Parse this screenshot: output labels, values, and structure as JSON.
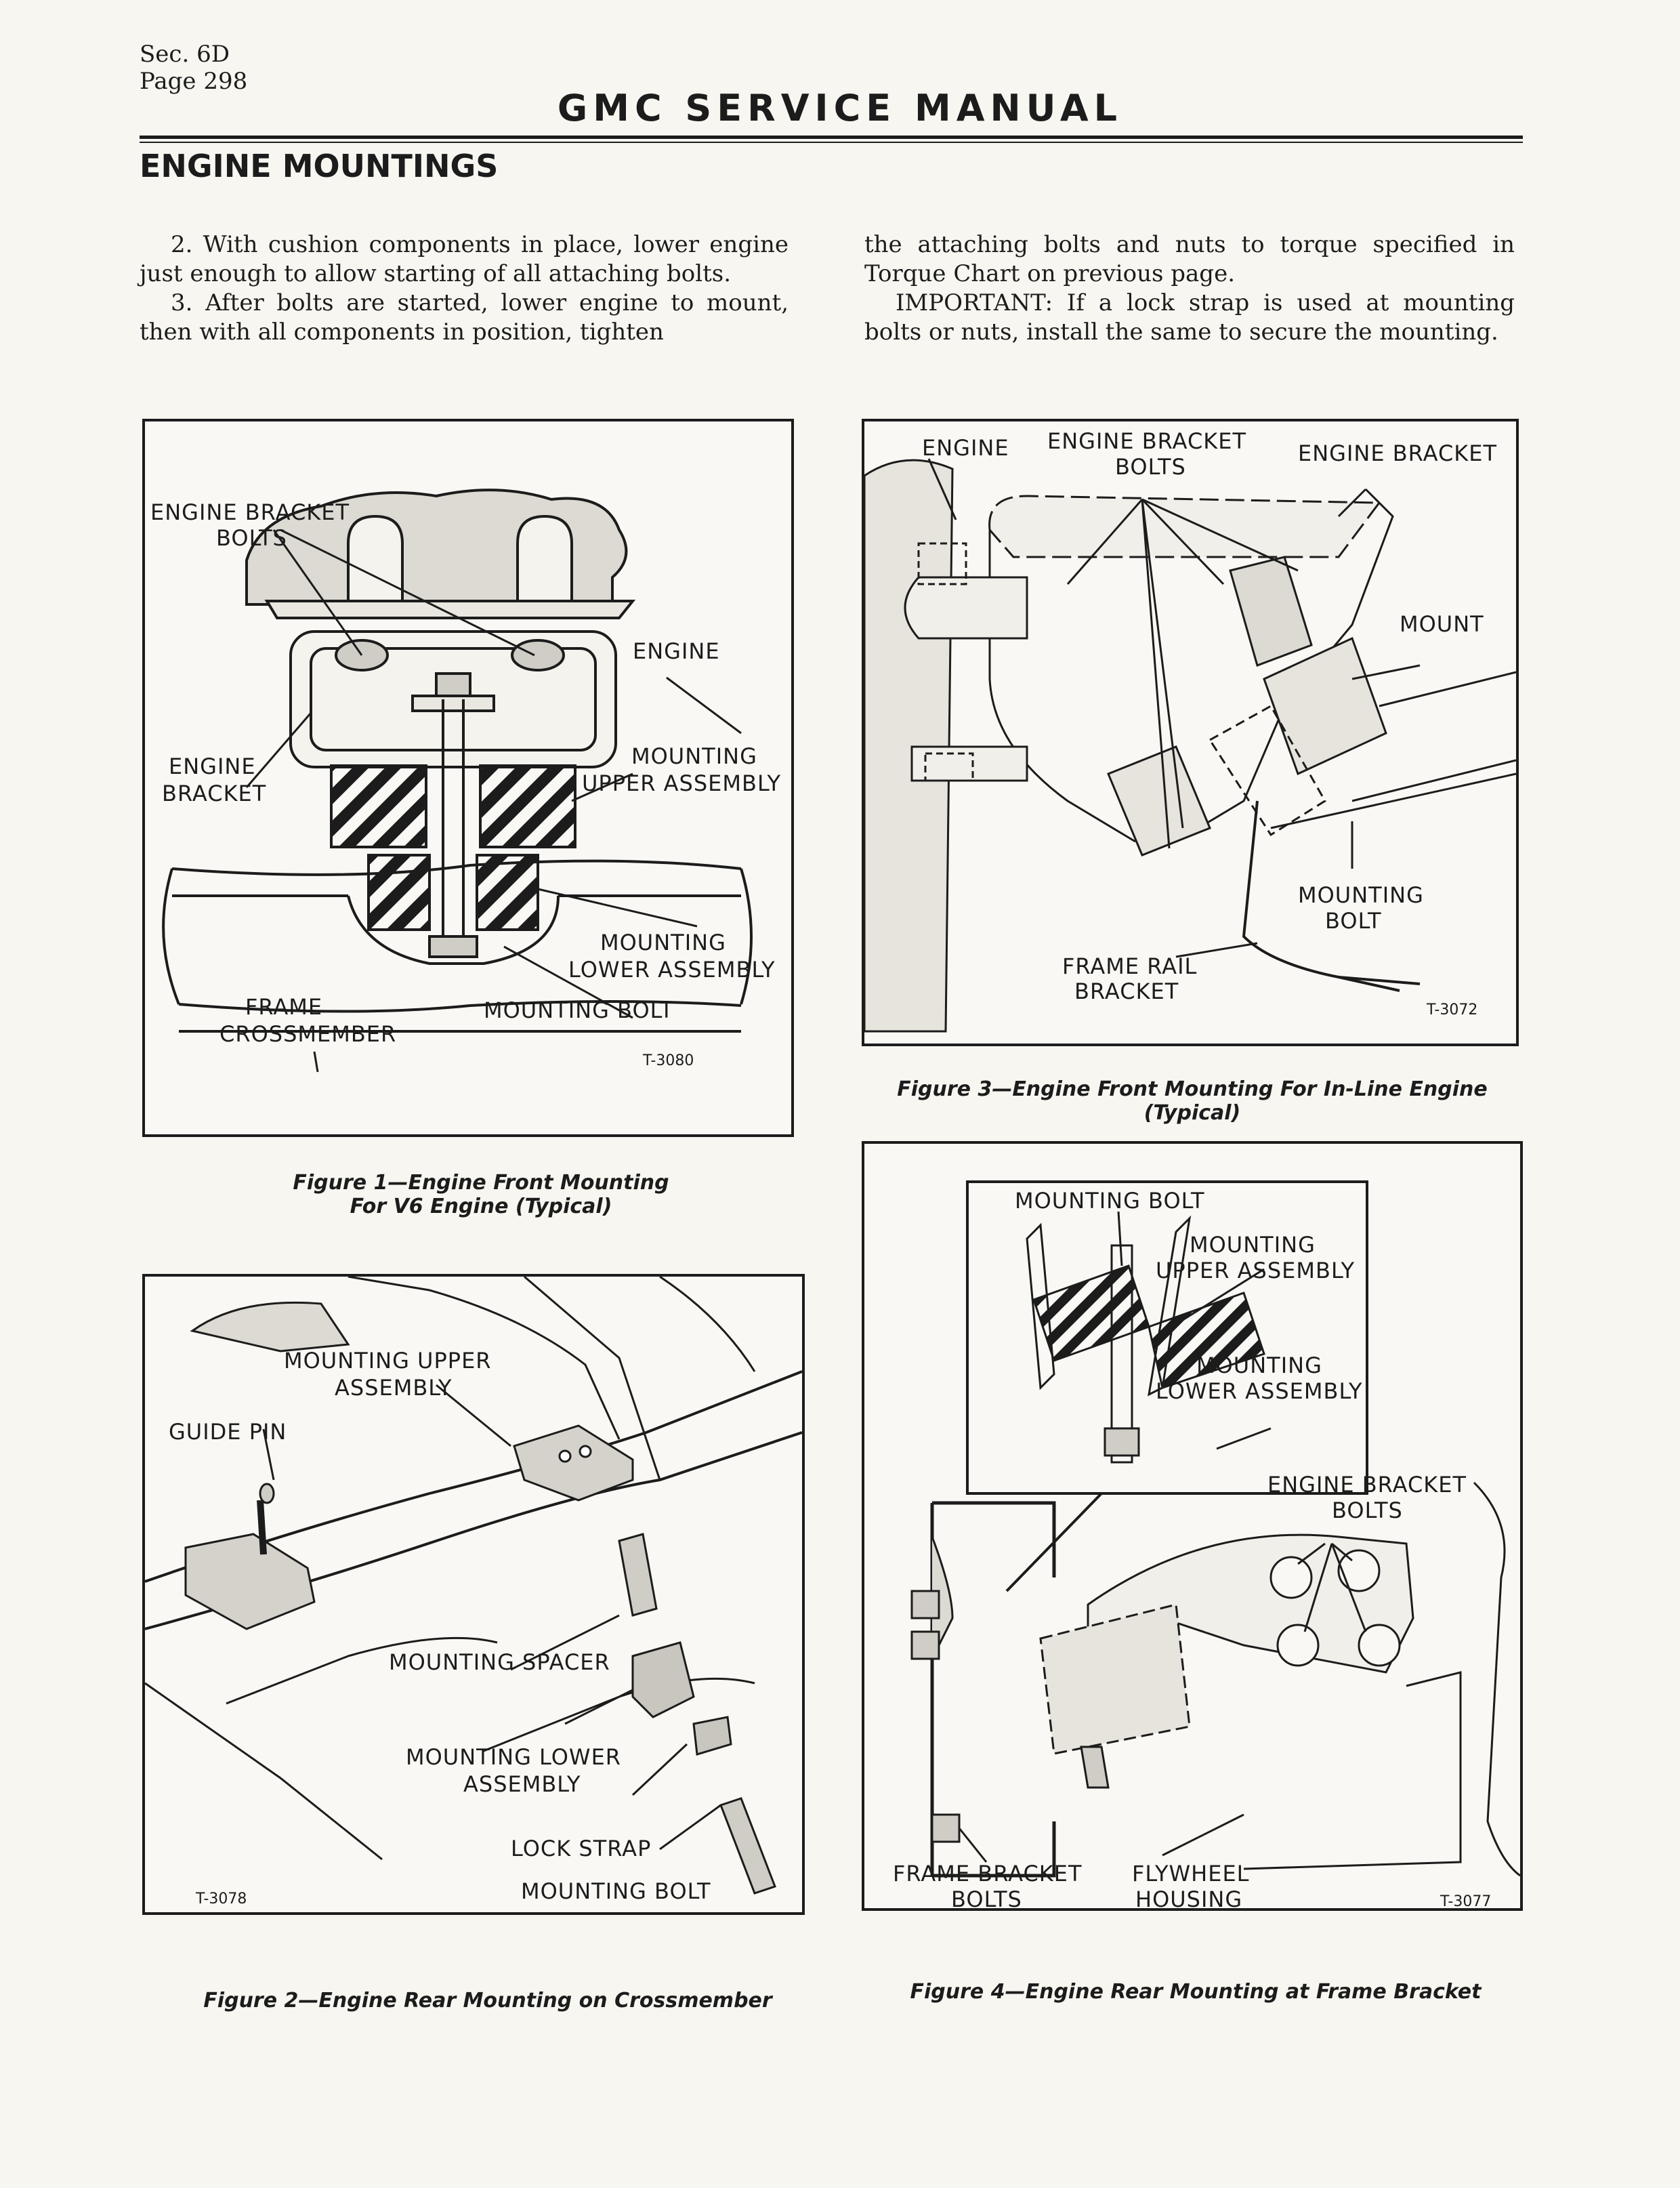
{
  "header": {
    "section": "Sec. 6D",
    "page": "Page 298",
    "title": "GMC SERVICE MANUAL"
  },
  "section_title": "ENGINE MOUNTINGS",
  "body": {
    "left_p1": "2. With cushion components in place, lower engine just enough to allow starting of all attaching bolts.",
    "left_p2": "3. After bolts are started, lower engine to mount, then with all components in position, tighten",
    "right_p1": "the attaching bolts and nuts to torque specified in Torque Chart on previous page.",
    "right_p2": "IMPORTANT: If a lock strap is used at mounting bolts or nuts, install the same to secure the mounting."
  },
  "figure1": {
    "labels": {
      "bracket_bolts_1": "ENGINE BRACKET",
      "bracket_bolts_2": "BOLTS",
      "engine": "ENGINE",
      "engine_bracket_1": "ENGINE",
      "engine_bracket_2": "BRACKET",
      "upper_1": "MOUNTING",
      "upper_2": "UPPER ASSEMBLY",
      "lower_1": "MOUNTING",
      "lower_2": "LOWER ASSEMBLY",
      "frame_1": "FRAME",
      "frame_2": "CROSSMEMBER",
      "bolt": "MOUNTING BOLT",
      "code": "T-3080"
    },
    "caption_1": "Figure 1—Engine Front Mounting",
    "caption_2": "For V6 Engine (Typical)"
  },
  "figure2": {
    "labels": {
      "upper_1": "MOUNTING UPPER",
      "upper_2": "ASSEMBLY",
      "guide_pin": "GUIDE PIN",
      "spacer": "MOUNTING SPACER",
      "lower_1": "MOUNTING LOWER",
      "lower_2": "ASSEMBLY",
      "lock_strap": "LOCK STRAP",
      "bolt": "MOUNTING BOLT",
      "code": "T-3078"
    },
    "caption": "Figure 2—Engine Rear Mounting on Crossmember"
  },
  "figure3": {
    "labels": {
      "engine": "ENGINE",
      "bracket_bolts_1": "ENGINE BRACKET",
      "bracket_bolts_2": "BOLTS",
      "engine_bracket": "ENGINE BRACKET",
      "mount": "MOUNT",
      "bolt_1": "MOUNTING",
      "bolt_2": "BOLT",
      "frame_rail_1": "FRAME RAIL",
      "frame_rail_2": "BRACKET",
      "code": "T-3072"
    },
    "caption": "Figure 3—Engine Front Mounting For In-Line Engine (Typical)"
  },
  "figure4": {
    "labels": {
      "bolt": "MOUNTING BOLT",
      "upper_1": "MOUNTING",
      "upper_2": "UPPER ASSEMBLY",
      "lower_1": "MOUNTING",
      "lower_2": "LOWER ASSEMBLY",
      "bracket_bolts_1": "ENGINE BRACKET",
      "bracket_bolts_2": "BOLTS",
      "frame_bolts_1": "FRAME BRACKET",
      "frame_bolts_2": "BOLTS",
      "flywheel_1": "FLYWHEEL",
      "flywheel_2": "HOUSING",
      "code": "T-3077"
    },
    "caption": "Figure 4—Engine Rear Mounting at Frame Bracket"
  }
}
